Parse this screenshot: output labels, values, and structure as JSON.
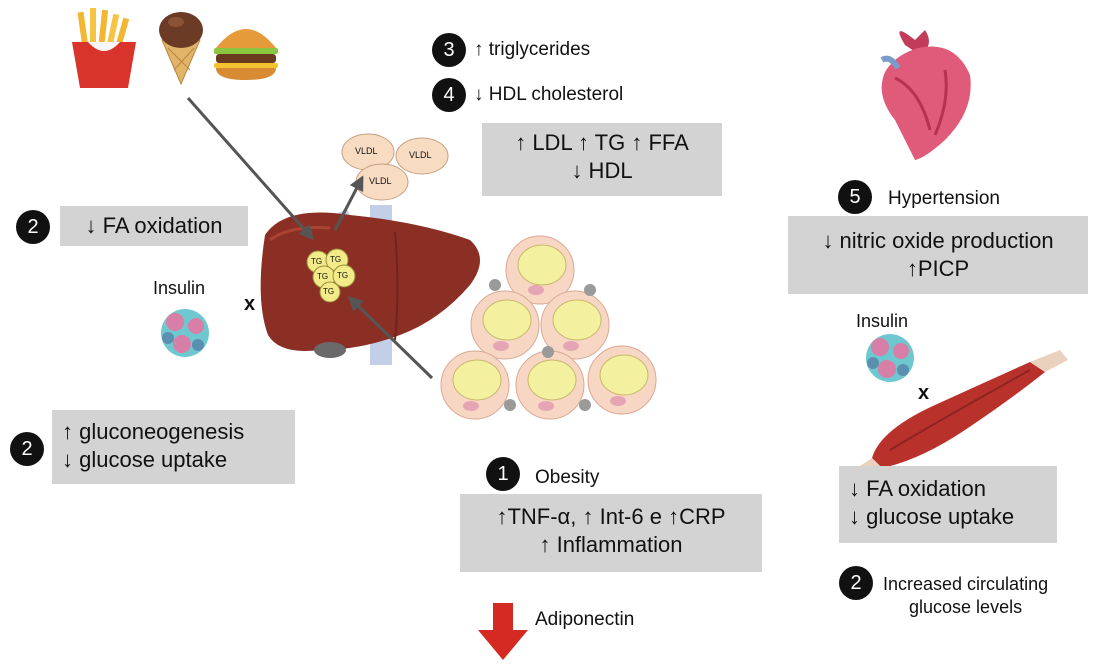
{
  "top_markers": {
    "m3": {
      "number": "3",
      "text": "↑ triglycerides"
    },
    "m4": {
      "number": "4",
      "text": "↓ HDL cholesterol"
    }
  },
  "lipid_box": {
    "line1": "↑ LDL ↑ TG ↑ FFA",
    "line2": "↓ HDL"
  },
  "fa_oxidation_left": {
    "number": "2",
    "text": "↓ FA oxidation"
  },
  "insulin_left": {
    "label": "Insulin",
    "mark": "x"
  },
  "gluconeogenesis_box": {
    "number": "2",
    "line1": "↑ gluconeogenesis",
    "line2": "↓ glucose uptake"
  },
  "liver": {
    "vldl_labels": [
      "VLDL",
      "VLDL",
      "VLDL"
    ],
    "tg_labels": [
      "TG",
      "TG",
      "TG",
      "TG",
      "TG"
    ]
  },
  "obesity": {
    "number": "1",
    "label": "Obesity"
  },
  "inflammation_box": {
    "line1": "↑TNF-α, ↑ Int-6 e ↑CRP",
    "line2": "↑ Inflammation"
  },
  "adiponectin": {
    "label": "Adiponectin"
  },
  "hypertension": {
    "number": "5",
    "label": "Hypertension"
  },
  "nitric_box": {
    "line1": "↓ nitric oxide production",
    "line2": "↑PICP"
  },
  "insulin_right": {
    "label": "Insulin",
    "mark": "x"
  },
  "muscle_box": {
    "line1": "↓ FA oxidation",
    "line2": "↓ glucose uptake"
  },
  "glucose_levels": {
    "number": "2",
    "line1": "Increased circulating",
    "line2": "glucose levels"
  },
  "colors": {
    "box_gray": "#d3d3d3",
    "liver": "#8b2f24",
    "arrow_red": "#d42a22",
    "arrow_gray": "#555555"
  }
}
